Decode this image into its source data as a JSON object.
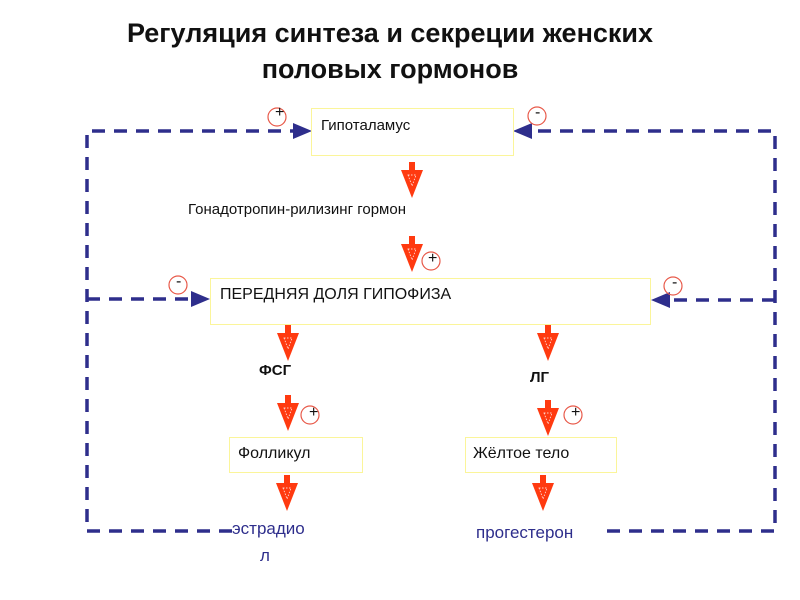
{
  "title": {
    "line1": "Регуляция синтеза и секреции женских",
    "line2": "половых гормонов"
  },
  "nodes": {
    "hypothalamus": "Гипоталамус",
    "gnrh": "Гонадотропин-рилизинг гормон",
    "pituitary": "ПЕРЕДНЯЯ ДОЛЯ ГИПОФИЗА",
    "fsh": "ФСГ",
    "lh": "ЛГ",
    "follicle": "Фолликул",
    "corpus_luteum": "Жёлтое тело",
    "estradiol_1": "эстрадио",
    "estradiol_2": "л",
    "progesterone": "прогестерон"
  },
  "signs": {
    "plus": "+",
    "minus": "-"
  },
  "colors": {
    "arrow": "#ff3a10",
    "feedback": "#2e2e8c",
    "box_border": "#fbf59a",
    "sign_circle": "#e85a4a"
  }
}
